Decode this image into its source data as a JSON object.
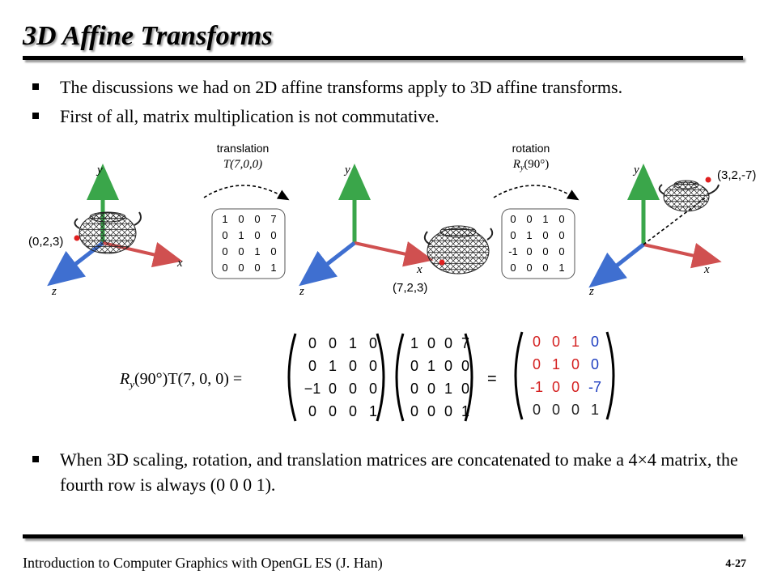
{
  "title": "3D Affine Transforms",
  "bullets": [
    "The discussions we had on 2D affine transforms apply to 3D affine transforms.",
    "First of all, matrix multiplication is not commutative."
  ],
  "bullet3": "When 3D scaling, rotation, and translation matrices are concatenated to make a 4×4 matrix, the fourth row is always (0 0 0 1).",
  "figure": {
    "axis_x": "x",
    "axis_y": "y",
    "axis_z": "z",
    "point1": "(0,2,3)",
    "point2": "(7,2,3)",
    "point3": "(3,2,-7)",
    "op1_name": "translation",
    "op1_sym": "T(7,0,0)",
    "op2_name": "rotation",
    "op2_sym": "R",
    "op2_sub": "y",
    "op2_arg": "(90°)",
    "m1": [
      [
        "1",
        "0",
        "0",
        "7"
      ],
      [
        "0",
        "1",
        "0",
        "0"
      ],
      [
        "0",
        "0",
        "1",
        "0"
      ],
      [
        "0",
        "0",
        "0",
        "1"
      ]
    ],
    "m2": [
      [
        "0",
        "0",
        "1",
        "0"
      ],
      [
        "0",
        "1",
        "0",
        "0"
      ],
      [
        "-1",
        "0",
        "0",
        "0"
      ],
      [
        "0",
        "0",
        "0",
        "1"
      ]
    ]
  },
  "equation": {
    "lhs_R": "R",
    "lhs_sub": "y",
    "lhs_rest": "(90°)T(7, 0, 0) =",
    "eq2": "=",
    "A": [
      [
        "0",
        "0",
        "1",
        "0"
      ],
      [
        "0",
        "1",
        "0",
        "0"
      ],
      [
        "−1",
        "0",
        "0",
        "0"
      ],
      [
        "0",
        "0",
        "0",
        "1"
      ]
    ],
    "B": [
      [
        "1",
        "0",
        "0",
        "7"
      ],
      [
        "0",
        "1",
        "0",
        "0"
      ],
      [
        "0",
        "0",
        "1",
        "0"
      ],
      [
        "0",
        "0",
        "0",
        "1"
      ]
    ],
    "C": [
      [
        "0",
        "0",
        "1",
        "0"
      ],
      [
        "0",
        "1",
        "0",
        "0"
      ],
      [
        "-1",
        "0",
        "0",
        "-7"
      ],
      [
        "0",
        "0",
        "0",
        "1"
      ]
    ],
    "colors": {
      "red": "#d42020",
      "blue": "#1f3fc0",
      "black": "#222222"
    }
  },
  "footer": "Introduction to Computer Graphics with OpenGL ES (J. Han)",
  "page": "4-27"
}
